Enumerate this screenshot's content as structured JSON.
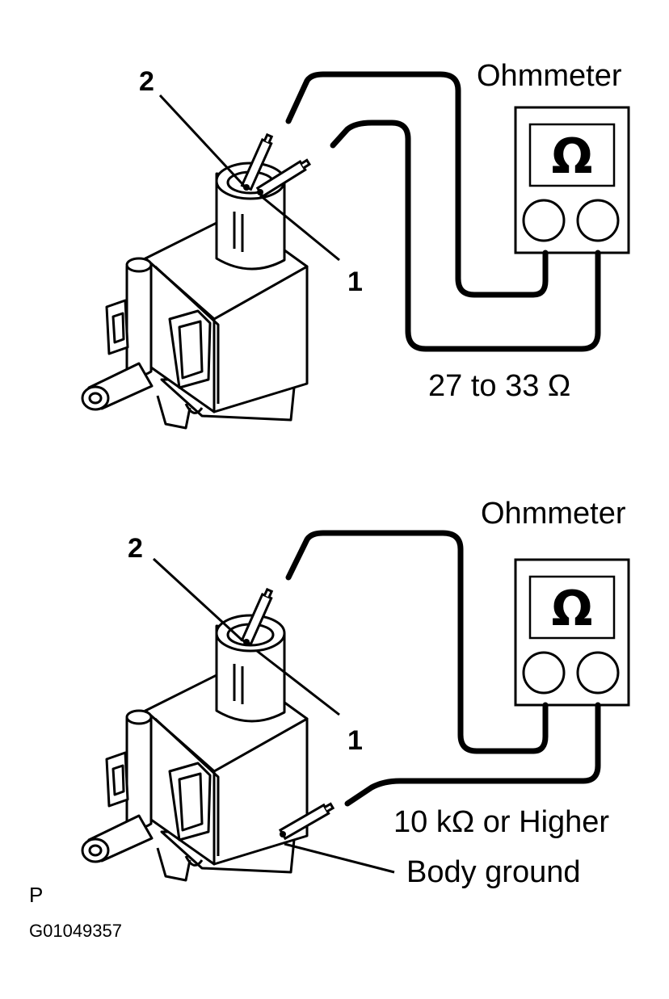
{
  "panels": [
    {
      "meter_label": "Ohmmeter",
      "meter_symbol": "Ω",
      "terminal_labels": [
        "2",
        "1"
      ],
      "reading": "27 to 33 Ω"
    },
    {
      "meter_label": "Ohmmeter",
      "meter_symbol": "Ω",
      "terminal_labels": [
        "2",
        "1"
      ],
      "reading": "10 kΩ or Higher",
      "ground_label": "Body ground"
    }
  ],
  "footer": {
    "corner_mark": "P",
    "figure_id": "G01049357"
  }
}
